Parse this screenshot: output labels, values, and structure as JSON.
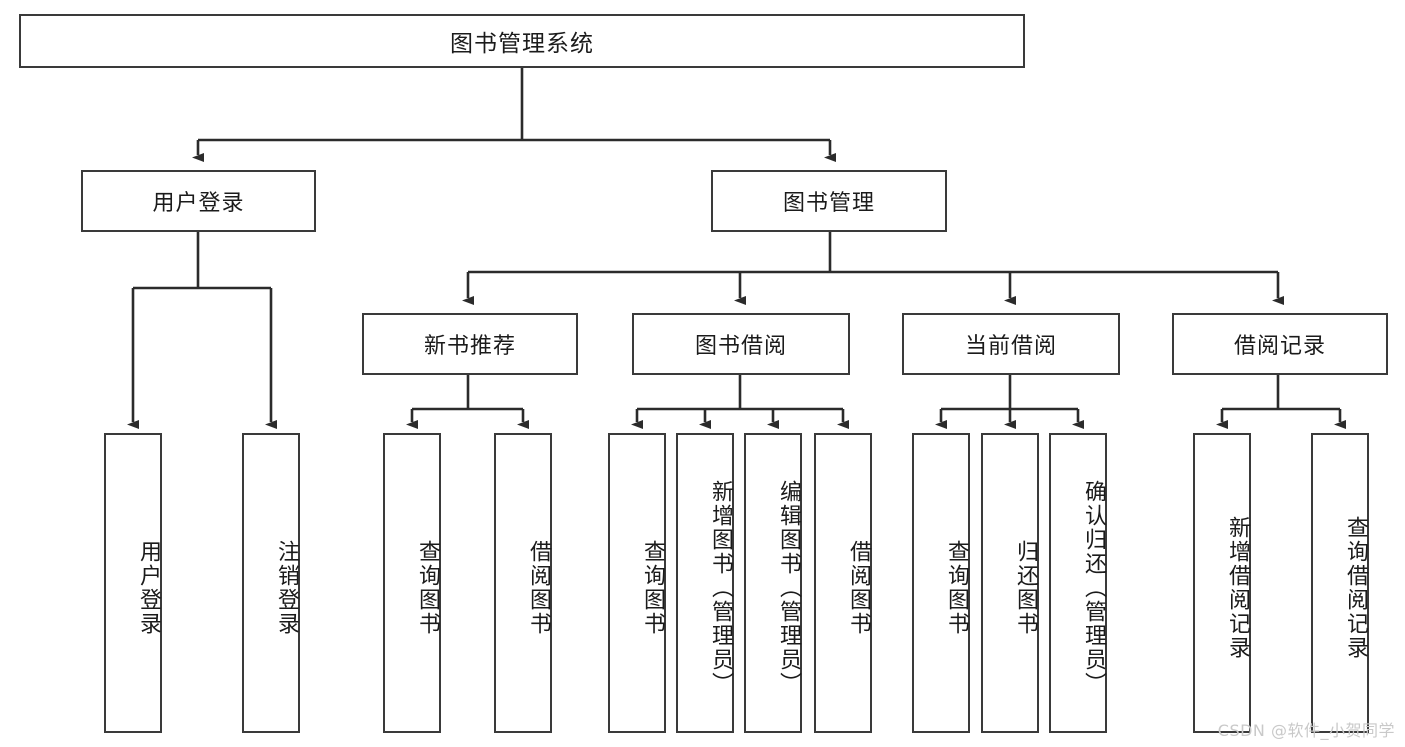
{
  "diagram": {
    "title": "图书管理系统",
    "type": "tree-hierarchy",
    "watermark": "CSDN @软件_小贺同学",
    "colors": {
      "box_border": "#3a3a3a",
      "box_fill": "#ffffff",
      "connector": "#2b2b2b",
      "text": "#1b1b1b",
      "watermark": "#c9c9c9"
    },
    "nodes": {
      "root": "图书管理系统",
      "level2": [
        {
          "label": "用户登录"
        },
        {
          "label": "图书管理"
        }
      ],
      "level3": [
        {
          "label": "新书推荐"
        },
        {
          "label": "图书借阅"
        },
        {
          "label": "当前借阅"
        },
        {
          "label": "借阅记录"
        }
      ],
      "leaves_user_login": [
        {
          "label": "用户登录"
        },
        {
          "label": "注销登录"
        }
      ],
      "leaves_new_book": [
        {
          "label": "查询图书"
        },
        {
          "label": "借阅图书"
        }
      ],
      "leaves_borrow": [
        {
          "label": "查询图书"
        },
        {
          "label": "新增图书（管理员）"
        },
        {
          "label": "编辑图书（管理员）"
        },
        {
          "label": "借阅图书"
        }
      ],
      "leaves_current": [
        {
          "label": "查询图书"
        },
        {
          "label": "归还图书"
        },
        {
          "label": "确认归还（管理员）"
        }
      ],
      "leaves_records": [
        {
          "label": "新增借阅记录"
        },
        {
          "label": "查询借阅记录"
        }
      ]
    }
  }
}
